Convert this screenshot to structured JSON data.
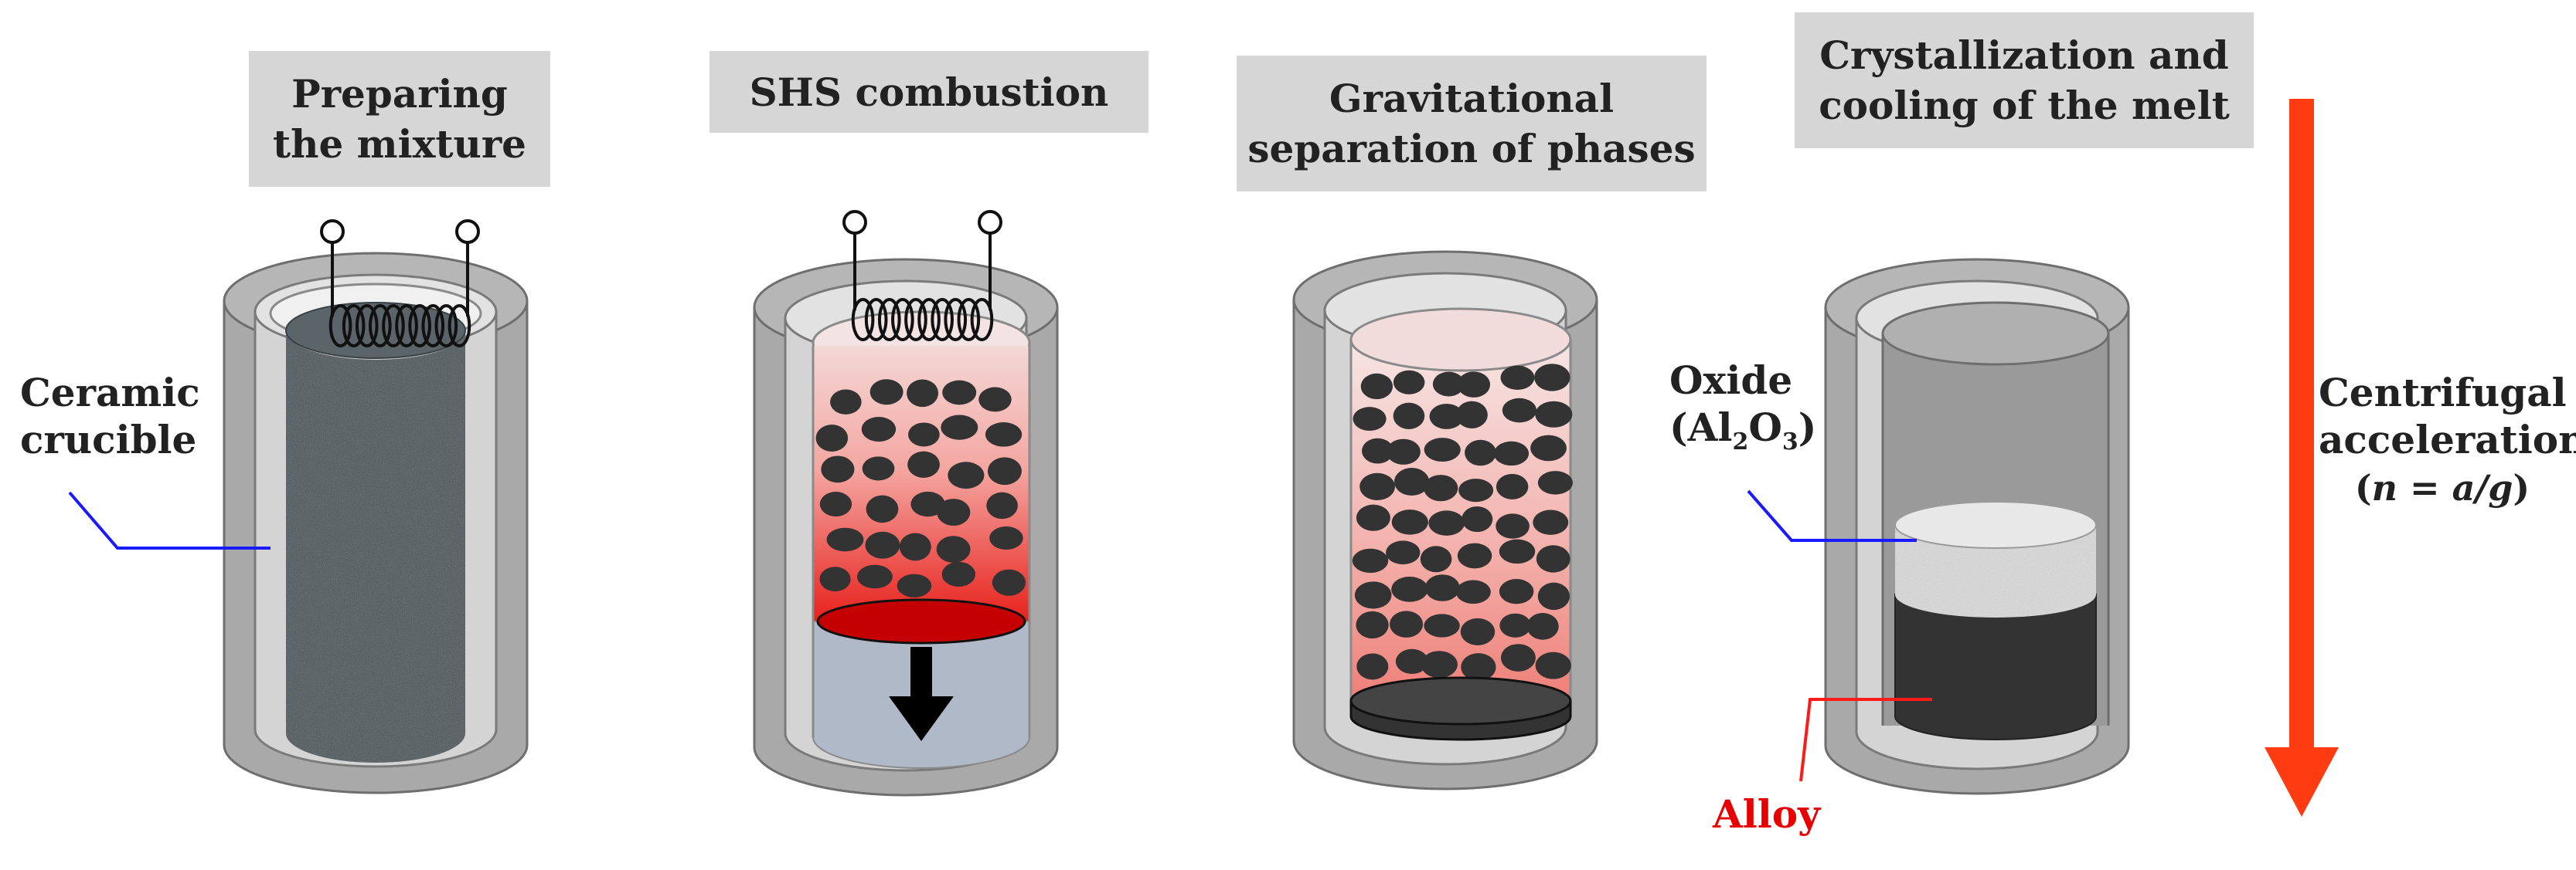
{
  "stages": [
    {
      "line1": "Preparing",
      "line2": "the mixture"
    },
    {
      "line1": "SHS combustion",
      "line2": ""
    },
    {
      "line1": "Gravitational",
      "line2": "separation of phases"
    },
    {
      "line1": "Crystallization and",
      "line2": "cooling of the melt"
    }
  ],
  "labels": {
    "crucible_line1": "Ceramic",
    "crucible_line2": "crucible",
    "oxide_line1": "Oxide",
    "oxide_line2_prefix": "(Al",
    "oxide_sub1": "2",
    "oxide_mid": "O",
    "oxide_sub2": "3",
    "oxide_suffix": ")",
    "alloy": "Alloy",
    "accel_line1": "Centrifugal",
    "accel_line2": "acceleration",
    "accel_formula_open": "(",
    "accel_formula_n": "n",
    "accel_formula_eq": " = ",
    "accel_formula_ag": "a/g",
    "accel_formula_close": ")"
  },
  "colors": {
    "crucible_outer": "#a9a9a9",
    "crucible_liner": "#d4d4d4",
    "mixture_dark": "#4b5459",
    "combustion_red": "#e8211c",
    "product_blue": "#b0b9c7",
    "alloy_dark": "#333333",
    "oxide_light": "#dadada",
    "arrow_red": "#ff3b12",
    "crucible_leader": "#1a1aff",
    "alloy_leader": "#ff1a1a",
    "alloy_text": "#e80000"
  }
}
